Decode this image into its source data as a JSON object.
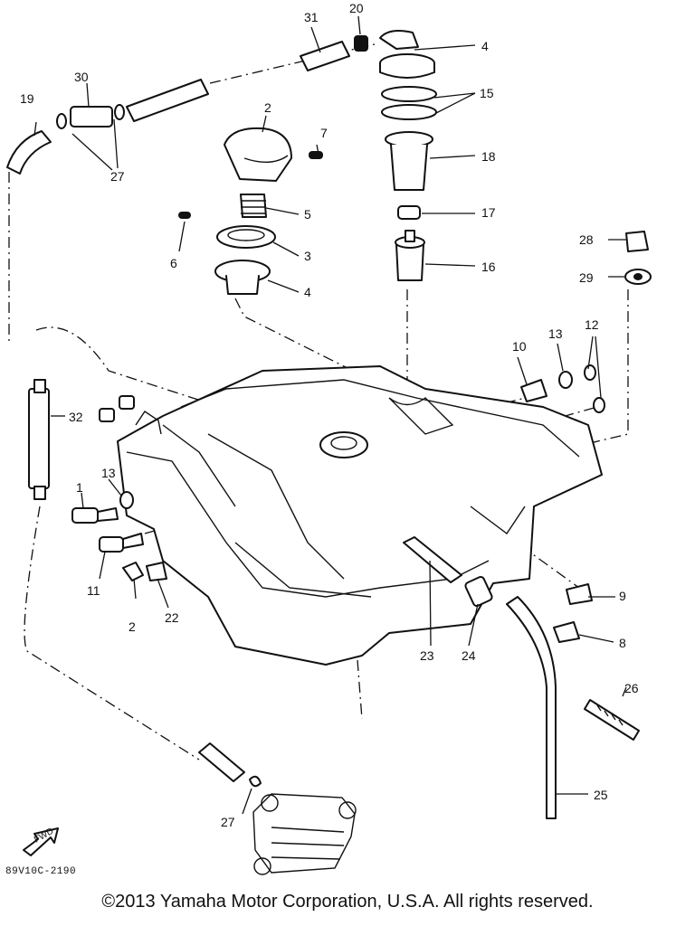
{
  "diagram": {
    "callouts": [
      "31",
      "20",
      "4",
      "15",
      "30",
      "19",
      "27",
      "2",
      "7",
      "18",
      "5",
      "17",
      "6",
      "3",
      "4",
      "16",
      "28",
      "29",
      "10",
      "13",
      "12",
      "32",
      "1",
      "13",
      "11",
      "2",
      "22",
      "9",
      "23",
      "24",
      "8",
      "26",
      "25",
      "27"
    ],
    "fwd_label": "FWD",
    "drawing_code": "89V10C-2190"
  },
  "footer": {
    "copyright": "©2013 Yamaha Motor Corporation, U.S.A. All rights reserved."
  }
}
